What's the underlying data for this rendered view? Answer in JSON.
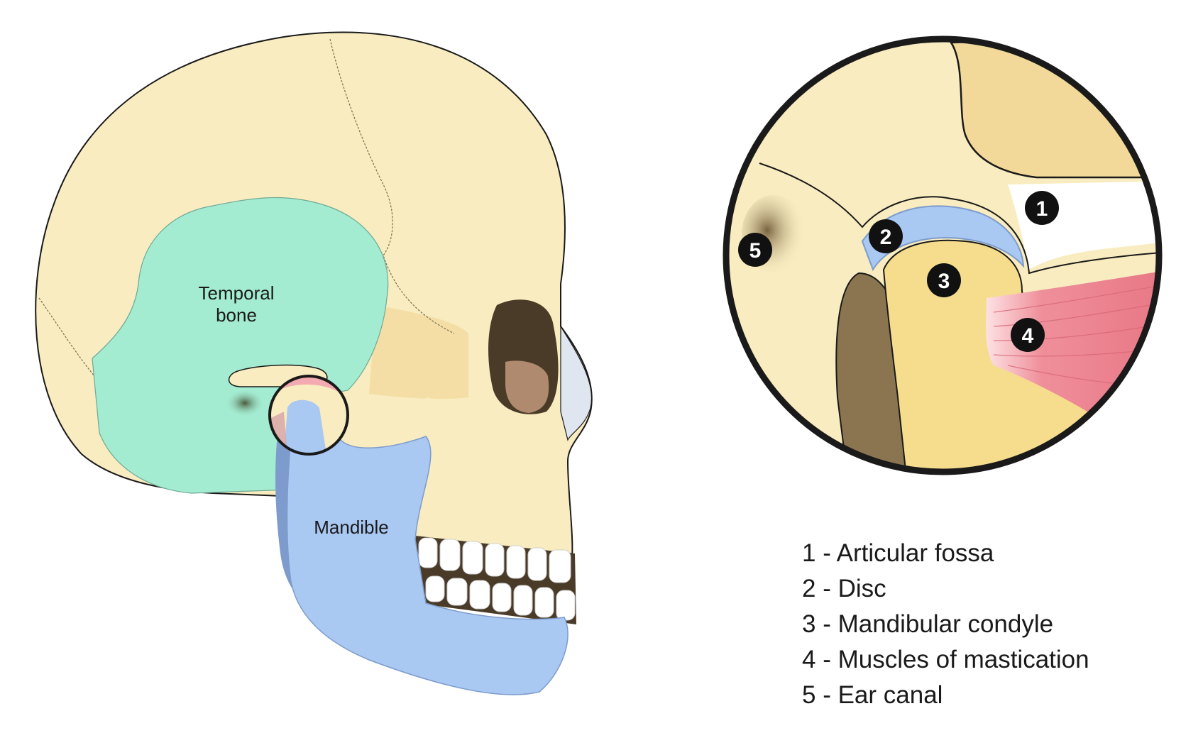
{
  "labels": {
    "temporal_line1": "Temporal",
    "temporal_line2": "bone",
    "mandible": "Mandible"
  },
  "badges": [
    "1",
    "2",
    "3",
    "4",
    "5"
  ],
  "legend": [
    {
      "number": "1",
      "text": "1 - Articular fossa"
    },
    {
      "number": "2",
      "text": "2 - Disc"
    },
    {
      "number": "3",
      "text": "3 - Mandibular condyle"
    },
    {
      "number": "4",
      "text": "4 - Muscles of mastication"
    },
    {
      "number": "5",
      "text": "5 - Ear canal"
    }
  ],
  "colors": {
    "skull": "#f8ecc0",
    "skull_shade": "#f2d99a",
    "temporal_bone": "#a3ecd2",
    "mandible": "#a9c8f2",
    "mandible_shade": "#7d9bcc",
    "disc": "#a9c8f2",
    "muscle": "#ef8f9a",
    "condyle": "#f6dd8e",
    "orbit": "#4a3b28",
    "outline": "#1a1a1a"
  }
}
